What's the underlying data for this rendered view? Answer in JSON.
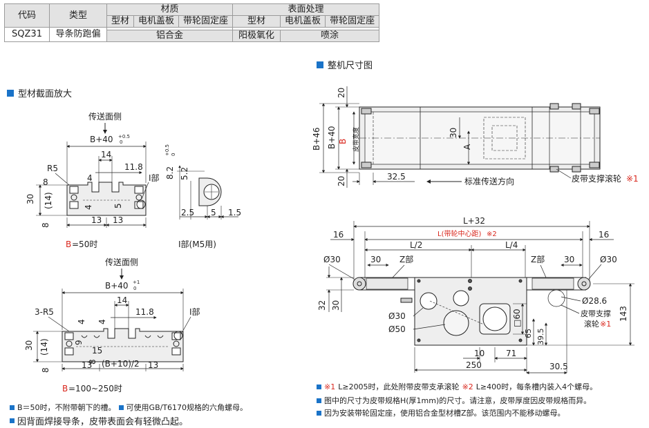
{
  "table": {
    "h_code": "代码",
    "h_type": "类型",
    "h_material": "材质",
    "h_surface": "表面处理",
    "s_profile": "型材",
    "s_motor_cover": "电机盖板",
    "s_pulley_seat": "带轮固定座",
    "s_profile2": "型材",
    "s_motor_cover2": "电机盖板",
    "s_pulley_seat2": "带轮固定座",
    "code": "SQZ31",
    "type": "导条防跑偏",
    "aluminum": "铝合金",
    "anodize": "阳极氧化",
    "spray": "喷涂"
  },
  "sections": {
    "profile_zoom": "型材截面放大",
    "overall_dims": "整机尺寸图"
  },
  "profile": {
    "conveying_side_1": "传送面侧",
    "width_1": "B+40",
    "tol_1_up": "+0.5",
    "tol_1_dn": "0",
    "dim_14": "14",
    "dim_11_8": "11.8",
    "label_r5": "R5",
    "dim_8a": "8",
    "dim_4a": "4",
    "dim_4b": "4",
    "dim_5a": "5",
    "dim_30a": "30",
    "dim_14p": "(14)",
    "dim_8b": "8",
    "dim_13a": "13",
    "dim_13b": "13",
    "part_i": "I部",
    "b_prefix": "B",
    "b50": "=50时",
    "detail_dim_8_2": "8.2",
    "detail_tol_up": "+0.5",
    "detail_tol_dn": "0",
    "detail_dim_5_2": "5.2",
    "detail_dim_2_5": "2.5",
    "detail_dim_5": "5",
    "detail_dim_1_5": "1.5",
    "detail_label": "I部(M5用)",
    "conveying_side_2": "传送面侧",
    "width_2": "B+40",
    "tol_2_up": "+1",
    "tol_2_dn": "0",
    "dim_14c": "14",
    "dim_11_8b": "11.8",
    "label_3r5": "3-R5",
    "dim_4c": "4",
    "dim_4d": "4",
    "part_i2": "I部",
    "dim_30b": "30",
    "dim_14q": "(14)",
    "dim_9": "9",
    "dim_8c": "8",
    "dim_15": "15",
    "dim_8d": "8",
    "dim_13c": "13",
    "dim_mid": "(B+10)/2",
    "dim_13d": "13",
    "b250": "=100~250时"
  },
  "top_view": {
    "dim_20a": "20",
    "dim_b46": "B+46",
    "dim_b40": "B+40",
    "dim_b_red": "B",
    "belt_width": "皮带宽度",
    "dim_30": "30",
    "dim_a": "A",
    "dim_20b": "20",
    "dim_32_5": "32.5",
    "direction": "标准传送方向",
    "roller_label": "皮带支撑滚轮",
    "roller_mark": "※1"
  },
  "side_view": {
    "dim_l32": "L+32",
    "dim_l_pre": "L(带轮中心距)",
    "dim_l_mark": "※2",
    "dim_16a": "16",
    "dim_16b": "16",
    "dim_l2": "L/2",
    "dim_l4": "L/4",
    "dim_d30a": "Ø30",
    "dim_30a": "30",
    "dim_30b": "30",
    "z_part_a": "Z部",
    "z_part_b": "Z部",
    "dim_d30b": "Ø30",
    "dim_32": "32",
    "dim_30c": "30",
    "dim_d28_6": "Ø28.6",
    "roller_l1": "皮带支撑",
    "roller_l2": "滚轮",
    "roller_mark": "※1",
    "dim_d30c": "Ø30",
    "dim_d50": "Ø50",
    "dim_sq60": "□60",
    "dim_143": "143",
    "dim_65": "65",
    "dim_39_5": "39.5",
    "dim_10": "10",
    "dim_71": "71",
    "dim_250": "250",
    "dim_30_5": "30.5"
  },
  "notes": {
    "left_1": "B＝50时，不附带朝下的槽。",
    "left_1b": "可使用GB/T6170规格的六角螺母。",
    "left_2": "因背面焊接导条，皮带表面会有轻微凸起。",
    "right_1_mark": "※1",
    "right_1": "L≥2005时，此处附带皮带支承滚轮",
    "right_1b_mark": "※2",
    "right_1b": "L≥400时，每条槽内装入4个螺母。",
    "right_2": "图中的尺寸为皮带规格H(厚1mm)的尺寸。请注意，皮带厚度因皮带规格而异。",
    "right_3": "因为安装带轮固定座，使用铝合金型材槽Z部。该范围内不能移动螺母。"
  },
  "colors": {
    "accent": "#1a73c8",
    "red": "#d9261c",
    "header_bg": "#e3e3e3"
  }
}
